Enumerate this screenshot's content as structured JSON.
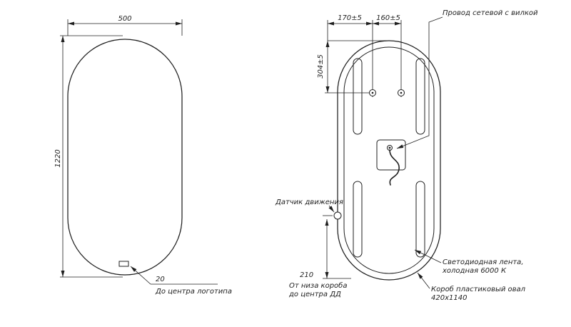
{
  "colors": {
    "line": "#1f1f1f",
    "background": "#ffffff"
  },
  "front_view": {
    "width_dim": "500",
    "height_dim": "1220",
    "logo_offset_dim": "20",
    "logo_label": "До центра логотипа"
  },
  "back_view": {
    "dim_left_mount": "170±5",
    "dim_right_mount": "160±5",
    "dim_mount_height": "304±5",
    "cord_label": "Провод сетевой с вилкой",
    "sensor_label": "Датчик движения",
    "sensor_offset_dim": "210",
    "sensor_note_line1": "От низа короба",
    "sensor_note_line2": "до центра ДД",
    "led_label_line1": "Светодиодная лента,",
    "led_label_line2": "холодная 6000 К",
    "box_label_line1": "Короб пластиковый овал",
    "box_label_line2": "420х1140"
  }
}
